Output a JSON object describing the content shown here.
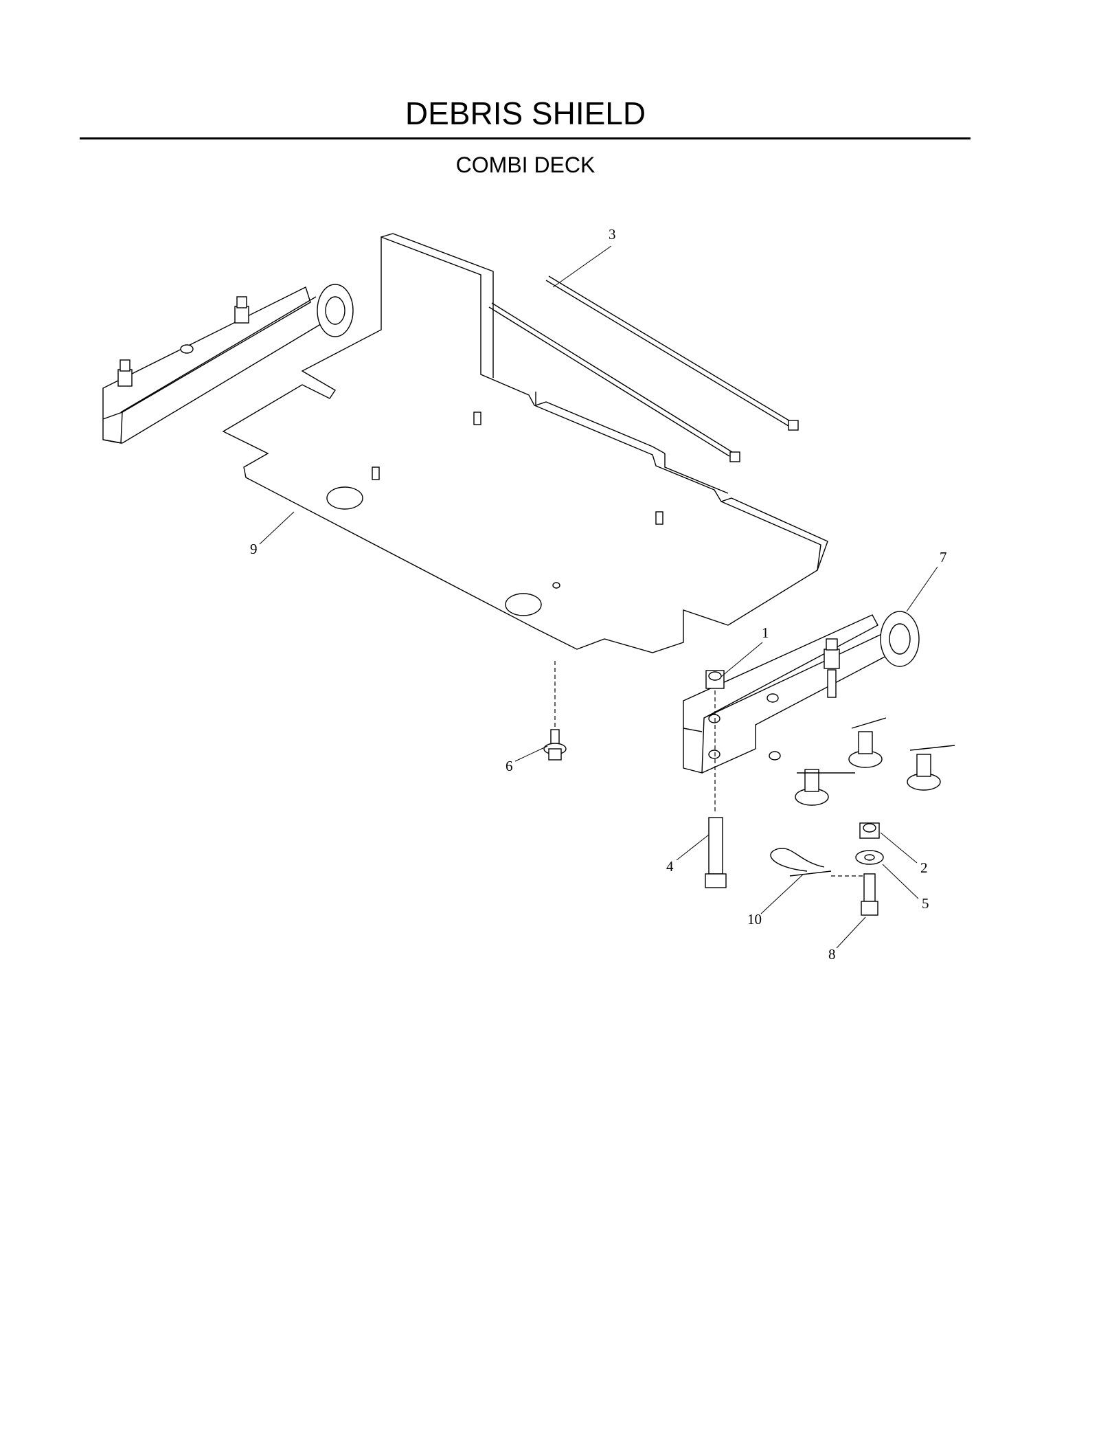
{
  "header": {
    "title": "DEBRIS SHIELD",
    "subtitle": "COMBI DECK"
  },
  "callouts": {
    "c1": "1",
    "c2": "2",
    "c3": "3",
    "c4": "4",
    "c5": "5",
    "c6": "6",
    "c7": "7",
    "c8": "8",
    "c9": "9",
    "c10": "10"
  }
}
